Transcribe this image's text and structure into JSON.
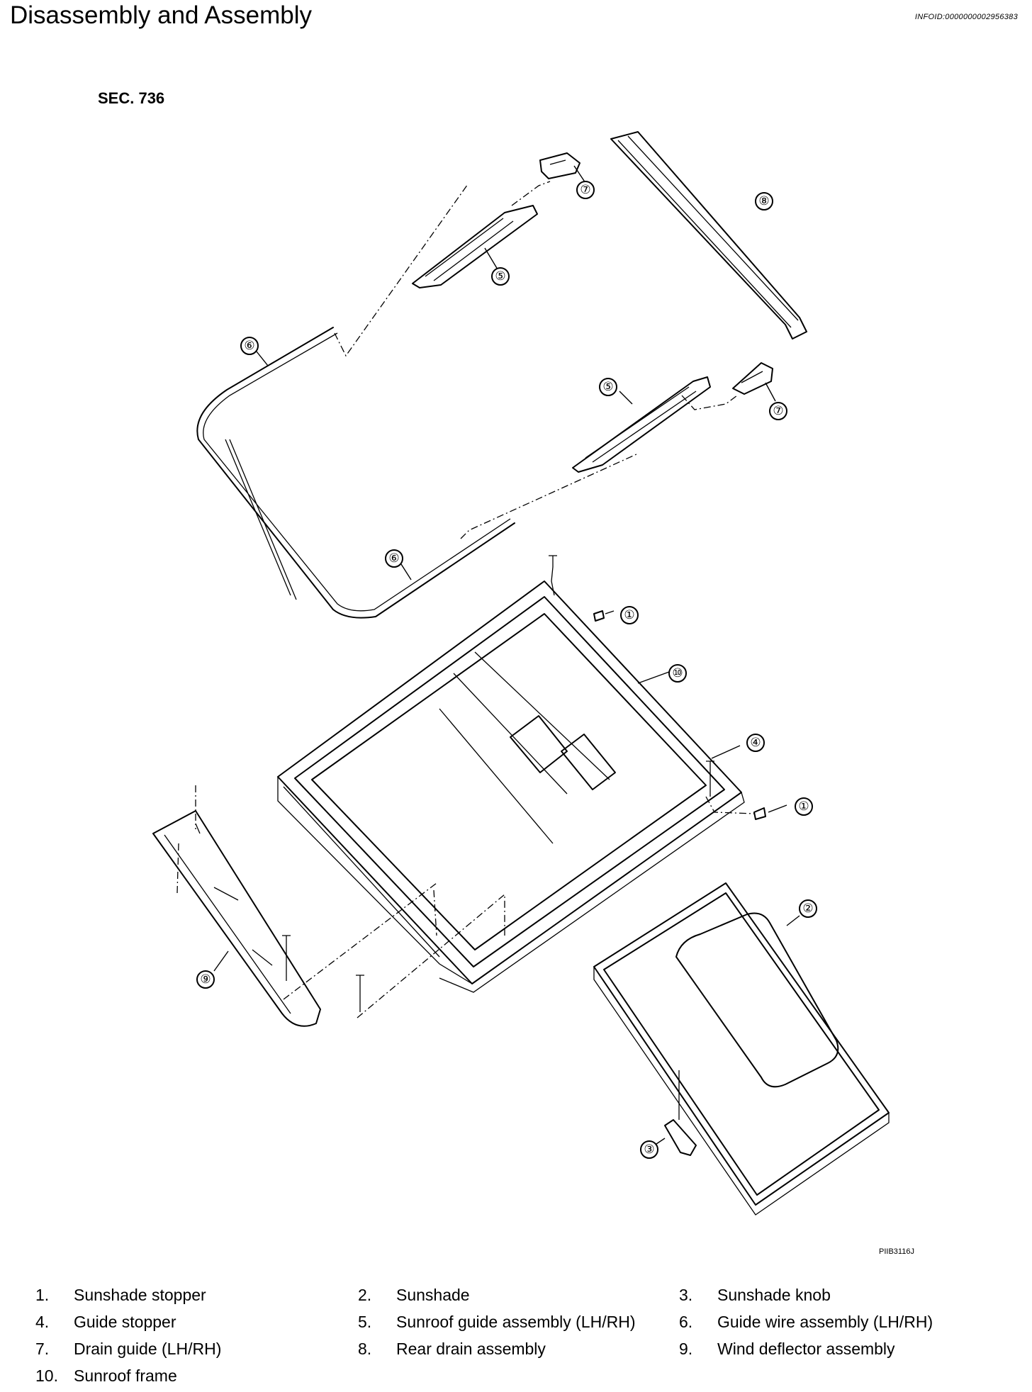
{
  "header": {
    "title": "Disassembly and Assembly",
    "info_id": "INFOID:0000000002956383"
  },
  "diagram": {
    "section": "SEC. 736",
    "figure_code": "PIIB3116J",
    "callouts": [
      {
        "label": "⑦"
      },
      {
        "label": "⑧"
      },
      {
        "label": "⑤"
      },
      {
        "label": "⑥"
      },
      {
        "label": "⑤"
      },
      {
        "label": "⑦"
      },
      {
        "label": "⑥"
      },
      {
        "label": "①"
      },
      {
        "label": "⑩"
      },
      {
        "label": "④"
      },
      {
        "label": "①"
      },
      {
        "label": "②"
      },
      {
        "label": "⑨"
      },
      {
        "label": "③"
      }
    ]
  },
  "legend": {
    "items": [
      {
        "num": "1.",
        "label": "Sunshade stopper"
      },
      {
        "num": "2.",
        "label": "Sunshade"
      },
      {
        "num": "3.",
        "label": "Sunshade knob"
      },
      {
        "num": "4.",
        "label": "Guide stopper"
      },
      {
        "num": "5.",
        "label": "Sunroof guide assembly (LH/RH)"
      },
      {
        "num": "6.",
        "label": "Guide wire  assembly (LH/RH)"
      },
      {
        "num": "7.",
        "label": "Drain guide (LH/RH)"
      },
      {
        "num": "8.",
        "label": "Rear drain assembly"
      },
      {
        "num": "9.",
        "label": "Wind deflector assembly"
      },
      {
        "num": "10.",
        "label": "Sunroof frame"
      }
    ]
  }
}
